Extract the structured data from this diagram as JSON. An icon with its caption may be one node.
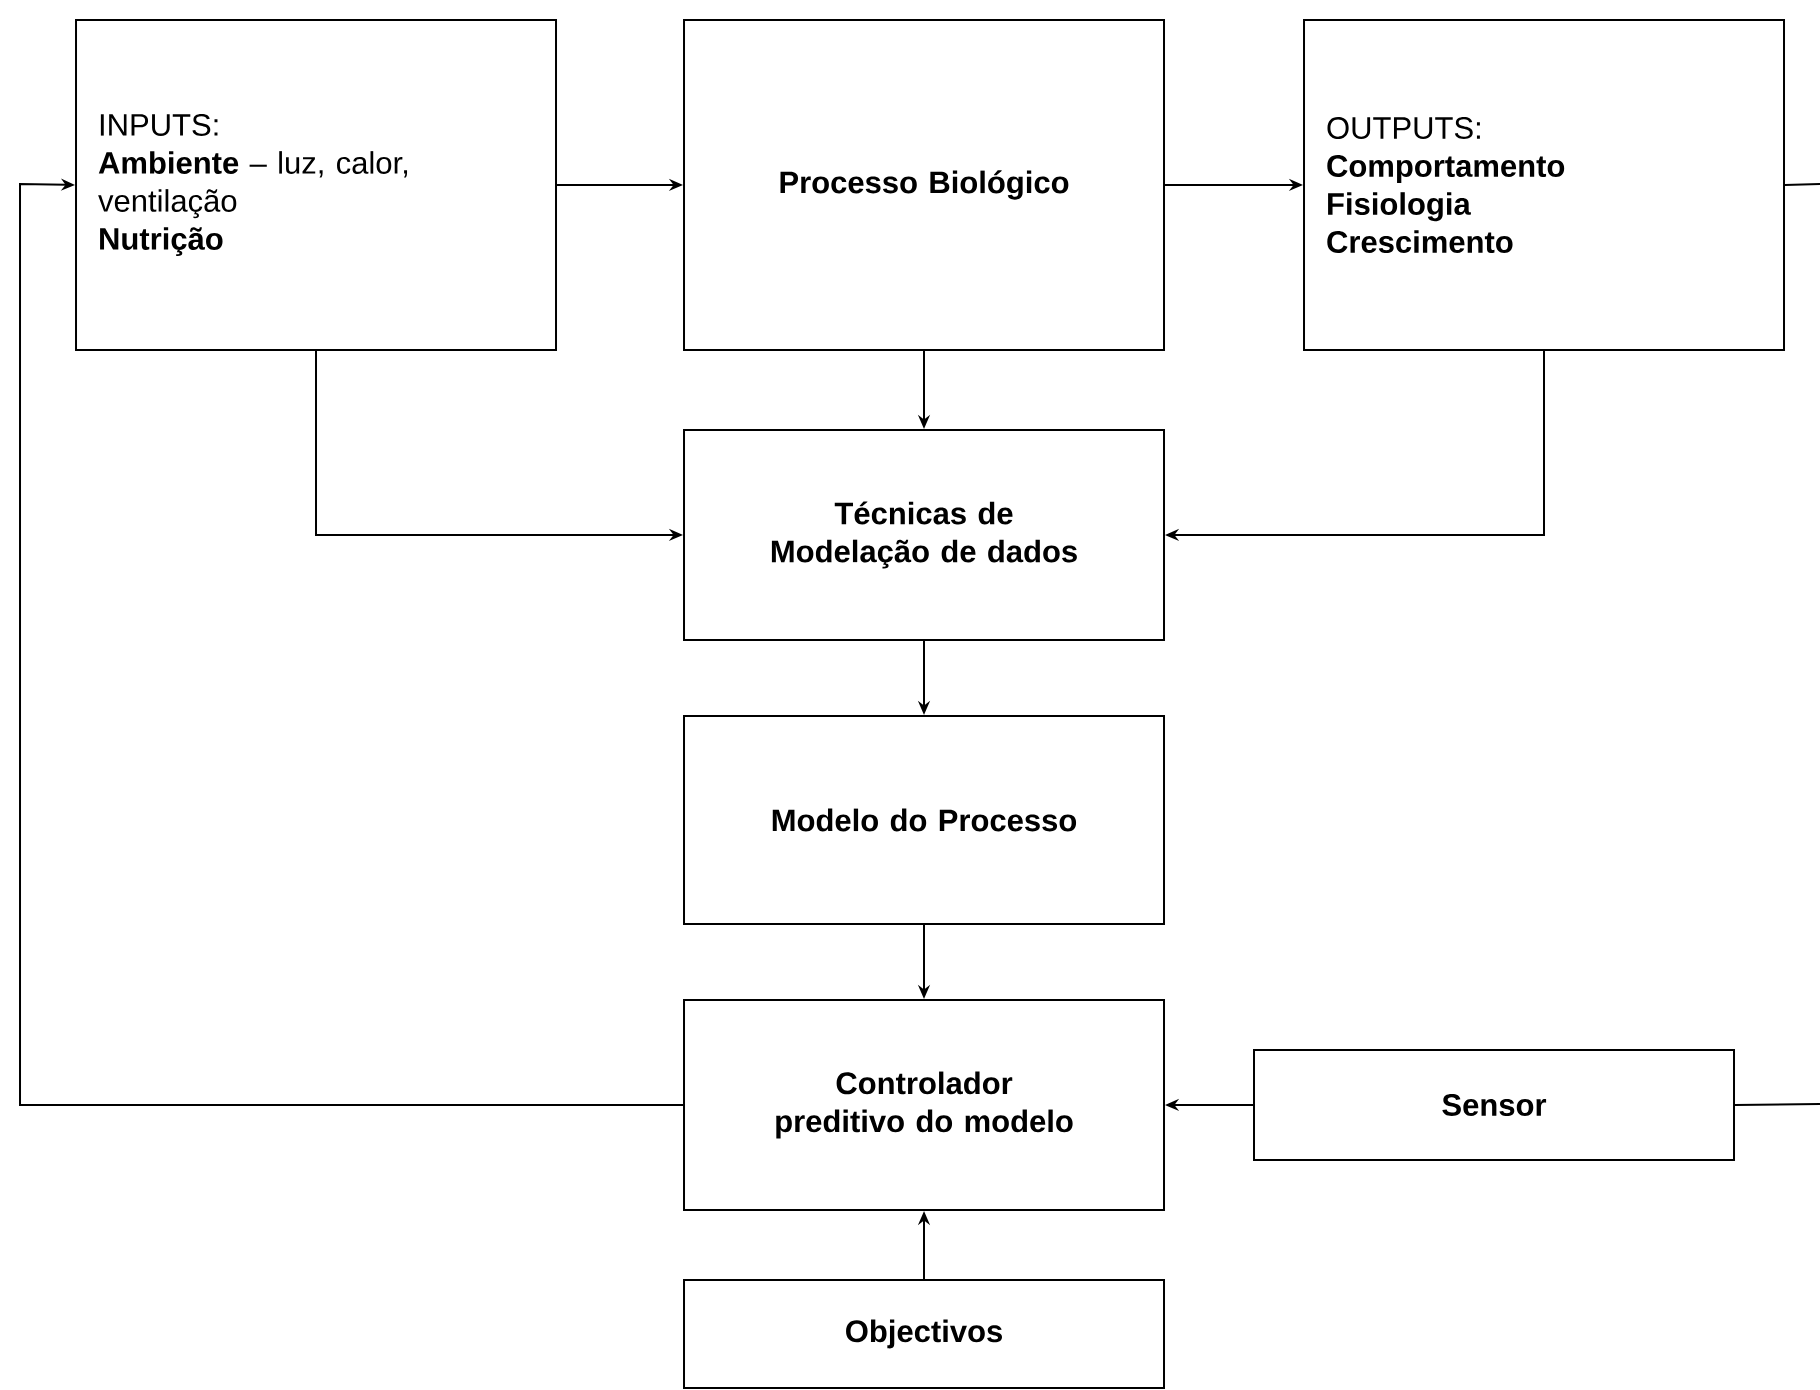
{
  "diagram": {
    "nodes": [
      {
        "text": [
          "INPUTS:",
          "**Ambiente** – luz, calor, ventilação",
          "Nutrição"
        ]
      },
      {
        "text": [
          "Processo Biológico"
        ]
      },
      {
        "text": [
          "OUTPUTS:",
          "Comportamento",
          "Fisiologia",
          "Crescimento"
        ]
      },
      {
        "text": [
          "Técnicas de Modelação de dados"
        ]
      },
      {
        "text": [
          "Modelo do Processo"
        ]
      },
      {
        "text": [
          "Controlador preditivo do modelo"
        ]
      },
      {
        "text": [
          "Sensor"
        ]
      },
      {
        "text": [
          "Objectivos"
        ]
      }
    ],
    "edges": [
      {
        "from": 0,
        "to": 1,
        "arrow": "to"
      },
      {
        "from": 1,
        "to": 2,
        "arrow": "to"
      },
      {
        "from": 1,
        "to": 3,
        "arrow": "to"
      },
      {
        "from": 0,
        "to": 3,
        "arrow": "to"
      },
      {
        "from": 2,
        "to": 3,
        "arrow": "to"
      },
      {
        "from": 3,
        "to": 4,
        "arrow": "to"
      },
      {
        "from": 4,
        "to": 5,
        "arrow": "to"
      },
      {
        "from": 6,
        "to": 5,
        "arrow": "to"
      },
      {
        "from": 7,
        "to": 5,
        "arrow": "to"
      },
      {
        "from": 5,
        "to": 0,
        "arrow": "to"
      },
      {
        "from": 2,
        "to": null,
        "arrow": "none"
      },
      {
        "from": 6,
        "to": null,
        "arrow": "none"
      }
    ]
  }
}
